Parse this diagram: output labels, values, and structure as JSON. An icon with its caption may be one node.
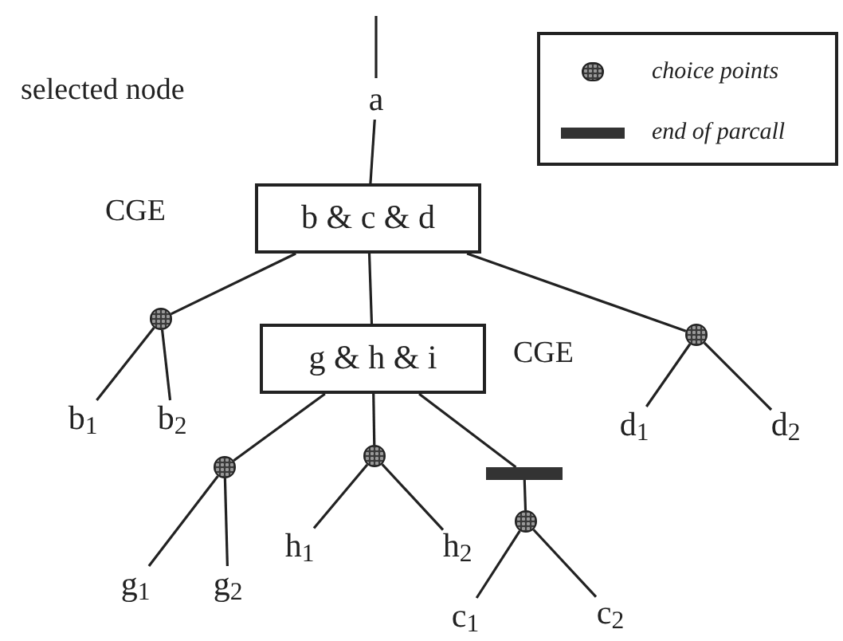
{
  "diagram": {
    "nodes": [
      {
        "text": [
          "a"
        ]
      },
      {
        "text": [
          "b & c & d"
        ]
      },
      {
        "text": [],
        "shape": "circle"
      },
      {
        "text": [
          "b$_{1}$"
        ]
      },
      {
        "text": [
          "b$_{2}$"
        ]
      },
      {
        "text": [
          "g & h & i"
        ],
        "beside": [
          "CGE"
        ]
      },
      {
        "text": [],
        "shape": "circle"
      },
      {
        "text": [
          "d$_{1}$"
        ]
      },
      {
        "text": [
          "d$_{2}$"
        ]
      },
      {
        "text": [],
        "shape": "circle"
      },
      {
        "text": [
          "g$_{1}$"
        ]
      },
      {
        "text": [
          "g$_{2}$"
        ]
      },
      {
        "text": [],
        "shape": "circle"
      },
      {
        "text": [
          "h$_{1}$"
        ]
      },
      {
        "text": [
          "h$_{2}$"
        ]
      },
      {
        "text": [],
        "shape": "bar"
      },
      {
        "text": [],
        "shape": "circle"
      },
      {
        "text": [
          "c$_{1}$"
        ]
      },
      {
        "text": [
          "c$_{2}$"
        ]
      }
    ],
    "edges": [
      {
        "from": null,
        "to": 0,
        "arrow": "none"
      },
      {
        "from": 0,
        "to": 1,
        "arrow": "none"
      },
      {
        "from": 1,
        "to": 2,
        "arrow": "none"
      },
      {
        "from": 1,
        "to": 5,
        "arrow": "none"
      },
      {
        "from": 1,
        "to": 6,
        "arrow": "none"
      },
      {
        "from": 2,
        "to": 3,
        "arrow": "none"
      },
      {
        "from": 2,
        "to": 4,
        "arrow": "none"
      },
      {
        "from": 6,
        "to": 7,
        "arrow": "none"
      },
      {
        "from": 6,
        "to": 8,
        "arrow": "none"
      },
      {
        "from": 5,
        "to": 9,
        "arrow": "none"
      },
      {
        "from": 5,
        "to": 12,
        "arrow": "none"
      },
      {
        "from": 5,
        "to": 15,
        "arrow": "none"
      },
      {
        "from": 9,
        "to": 10,
        "arrow": "none"
      },
      {
        "from": 9,
        "to": 11,
        "arrow": "none"
      },
      {
        "from": 12,
        "to": 13,
        "arrow": "none"
      },
      {
        "from": 12,
        "to": 14,
        "arrow": "none"
      },
      {
        "from": 15,
        "to": 16,
        "arrow": "none"
      },
      {
        "from": 16,
        "to": 17,
        "arrow": "none"
      },
      {
        "from": 16,
        "to": 18,
        "arrow": "none"
      }
    ],
    "labels": [
      "selected node",
      "CGE"
    ],
    "legend": [
      {
        "text": "choice points"
      },
      {
        "text": "end of parcall"
      }
    ]
  }
}
